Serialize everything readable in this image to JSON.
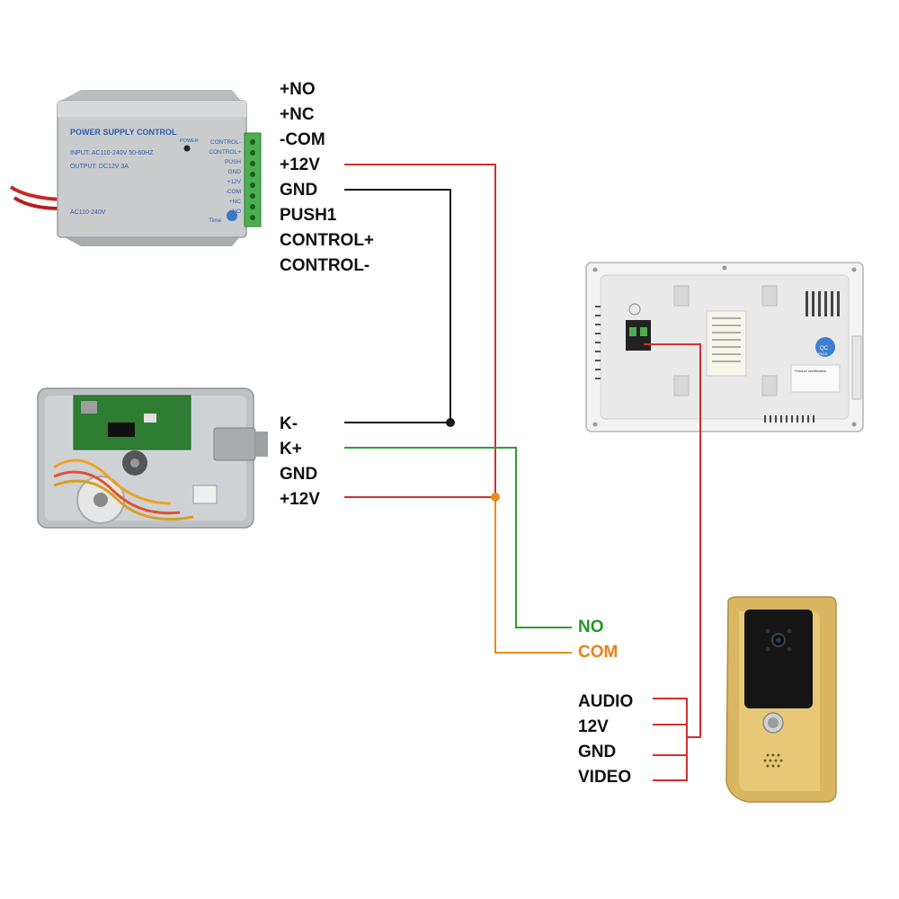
{
  "power_supply": {
    "title": "POWER SUPPLY CONTROL",
    "input": "INPUT: AC110-240V 50-60HZ",
    "output": "OUTPUT: DC12V 3A",
    "ac_label": "AC110-240V",
    "power_indicator": "POWER",
    "time_label": "Time",
    "terminals": [
      "CONTROL-",
      "CONTROL+",
      "PUSH",
      "GND",
      "+12V",
      "-COM",
      "+NC",
      "+NO"
    ],
    "pin_labels": [
      "+NO",
      "+NC",
      "-COM",
      "+12V",
      "GND",
      "PUSH1",
      "CONTROL+",
      "CONTROL-"
    ]
  },
  "lock": {
    "pin_labels": [
      "K-",
      "K+",
      "GND",
      "+12V"
    ]
  },
  "monitor": {
    "qc_label": "QC",
    "qc_sub": "PASS",
    "cert_title": "Product certification"
  },
  "outdoor_unit": {
    "relay_labels": [
      "NO",
      "COM"
    ],
    "pin_labels": [
      "AUDIO",
      "12V",
      "GND",
      "VIDEO"
    ]
  },
  "colors": {
    "red_wire": "#d32f2f",
    "black_wire": "#1a1a1a",
    "green_wire": "#2e9e2e",
    "orange_wire": "#ec8a1a",
    "green_text": "#1e9a1e",
    "orange_text": "#e8821a"
  }
}
